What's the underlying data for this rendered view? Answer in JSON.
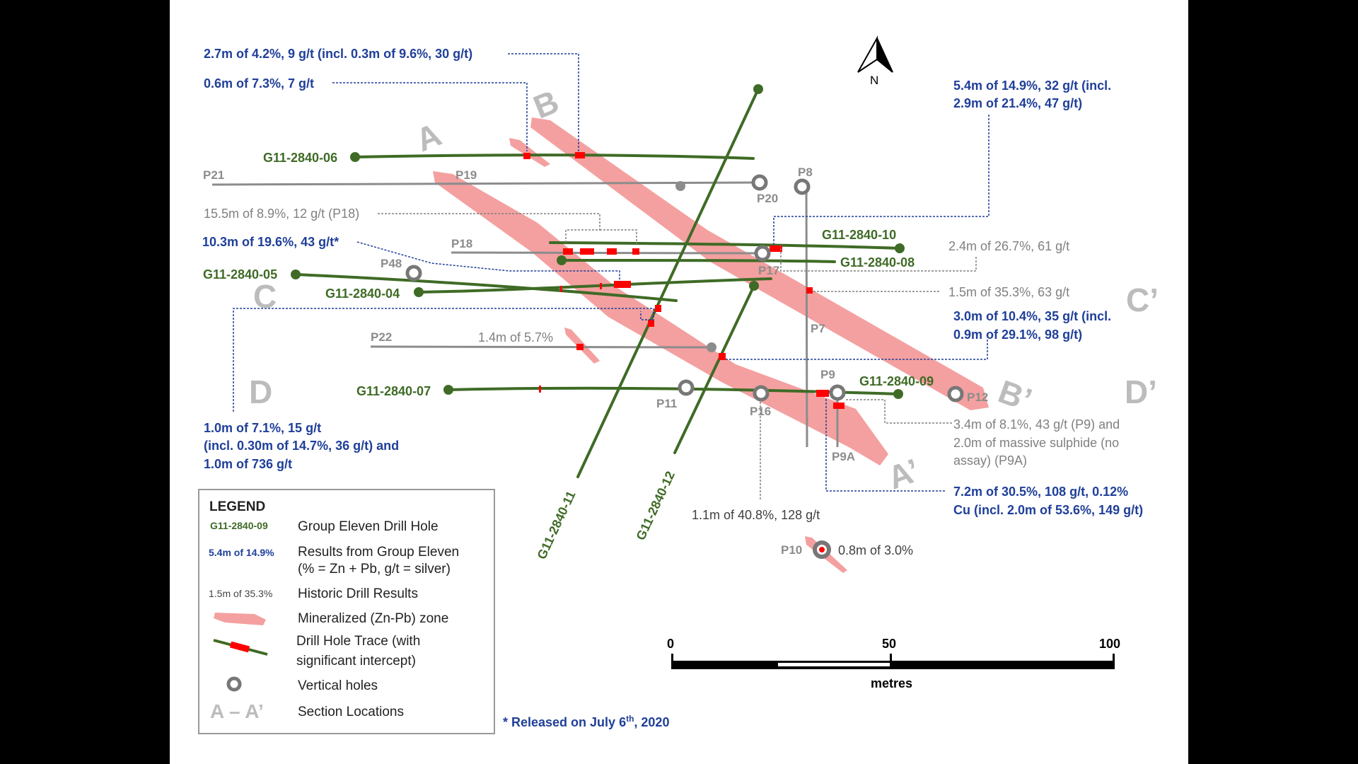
{
  "north": "N",
  "sections": [
    {
      "id": "sec-a",
      "text": "A"
    },
    {
      "id": "sec-b",
      "text": "B"
    },
    {
      "id": "sec-c",
      "text": "C"
    },
    {
      "id": "sec-c-prime",
      "text": "C’"
    },
    {
      "id": "sec-b-prime",
      "text": "B’"
    },
    {
      "id": "sec-d",
      "text": "D"
    },
    {
      "id": "sec-d-prime",
      "text": "D’"
    },
    {
      "id": "sec-a-prime",
      "text": "A’"
    }
  ],
  "holes": [
    {
      "id": "G11-2840-06",
      "kind": "ge"
    },
    {
      "id": "G11-2840-05",
      "kind": "ge"
    },
    {
      "id": "G11-2840-04",
      "kind": "ge"
    },
    {
      "id": "G11-2840-07",
      "kind": "ge"
    },
    {
      "id": "G11-2840-10",
      "kind": "ge"
    },
    {
      "id": "G11-2840-08",
      "kind": "ge"
    },
    {
      "id": "G11-2840-09",
      "kind": "ge"
    },
    {
      "id": "G11-2840-11",
      "kind": "ge"
    },
    {
      "id": "G11-2840-12",
      "kind": "ge"
    },
    {
      "id": "P21",
      "kind": "hist"
    },
    {
      "id": "P19",
      "kind": "hist"
    },
    {
      "id": "P20",
      "kind": "hist"
    },
    {
      "id": "P8",
      "kind": "hist"
    },
    {
      "id": "P18",
      "kind": "hist"
    },
    {
      "id": "P48",
      "kind": "hist"
    },
    {
      "id": "P17",
      "kind": "hist"
    },
    {
      "id": "P7",
      "kind": "hist"
    },
    {
      "id": "P22",
      "kind": "hist"
    },
    {
      "id": "P9",
      "kind": "hist"
    },
    {
      "id": "P11",
      "kind": "hist"
    },
    {
      "id": "P16",
      "kind": "hist"
    },
    {
      "id": "P12",
      "kind": "hist"
    },
    {
      "id": "P9A",
      "kind": "hist"
    },
    {
      "id": "P10",
      "kind": "hist"
    }
  ],
  "results": {
    "r1": "2.7m of 4.2%, 9 g/t (incl. 0.3m of 9.6%, 30 g/t)",
    "r2": "0.6m of 7.3%, 7 g/t",
    "r3a": "5.4m of 14.9%, 32 g/t (incl.",
    "r3b": "2.9m of 21.4%, 47 g/t)",
    "r4": "15.5m of 8.9%, 12 g/t (P18)",
    "r5": "10.3m of 19.6%, 43 g/t*",
    "r6": "2.4m of 26.7%, 61 g/t",
    "r7": "1.5m of 35.3%, 63 g/t",
    "r8a": "3.0m of 10.4%, 35 g/t (incl.",
    "r8b": "0.9m of 29.1%, 98 g/t)",
    "r9": "1.4m of 5.7%",
    "r10a": "1.0m of 7.1%, 15 g/t",
    "r10b": "(incl. 0.30m of 14.7%, 36 g/t) and",
    "r10c": "1.0m of 736 g/t",
    "r11a": "3.4m of 8.1%, 43 g/t (P9) and",
    "r11b": "2.0m of massive sulphide (no",
    "r11c": "assay) (P9A)",
    "r12a": "7.2m of 30.5%, 108 g/t, 0.12%",
    "r12b": "Cu (incl. 2.0m of 53.6%, 149 g/t)",
    "r13": "1.1m of 40.8%, 128 g/t",
    "r14": "0.8m of 3.0%"
  },
  "legend": {
    "title": "LEGEND",
    "ge_sample": "G11-2840-09",
    "ge_label": "Group Eleven Drill Hole",
    "res_sample": "5.4m of 14.9%",
    "res_label_1": "Results from Group Eleven",
    "res_label_2": "(% = Zn + Pb, g/t = silver)",
    "hist_sample": "1.5m of 35.3%",
    "hist_label": "Historic Drill Results",
    "zone_label": "Mineralized (Zn-Pb) zone",
    "trace_label_1": "Drill Hole Trace (with",
    "trace_label_2": "significant intercept)",
    "vert_label": "Vertical holes",
    "sec_sample": "A – A’",
    "sec_label": "Section Locations"
  },
  "scale": {
    "tick0": "0",
    "tick50": "50",
    "tick100": "100",
    "unit": "metres"
  },
  "footnote_pre": "* Released on July 6",
  "footnote_sup": "th",
  "footnote_post": ", 2020",
  "colors": {
    "ge_green": "#3f6b26",
    "result_blue": "#1f3f99",
    "historic_gray": "#808080",
    "zone_pink": "#f4a0a0",
    "intercept_red": "#ff0000"
  }
}
